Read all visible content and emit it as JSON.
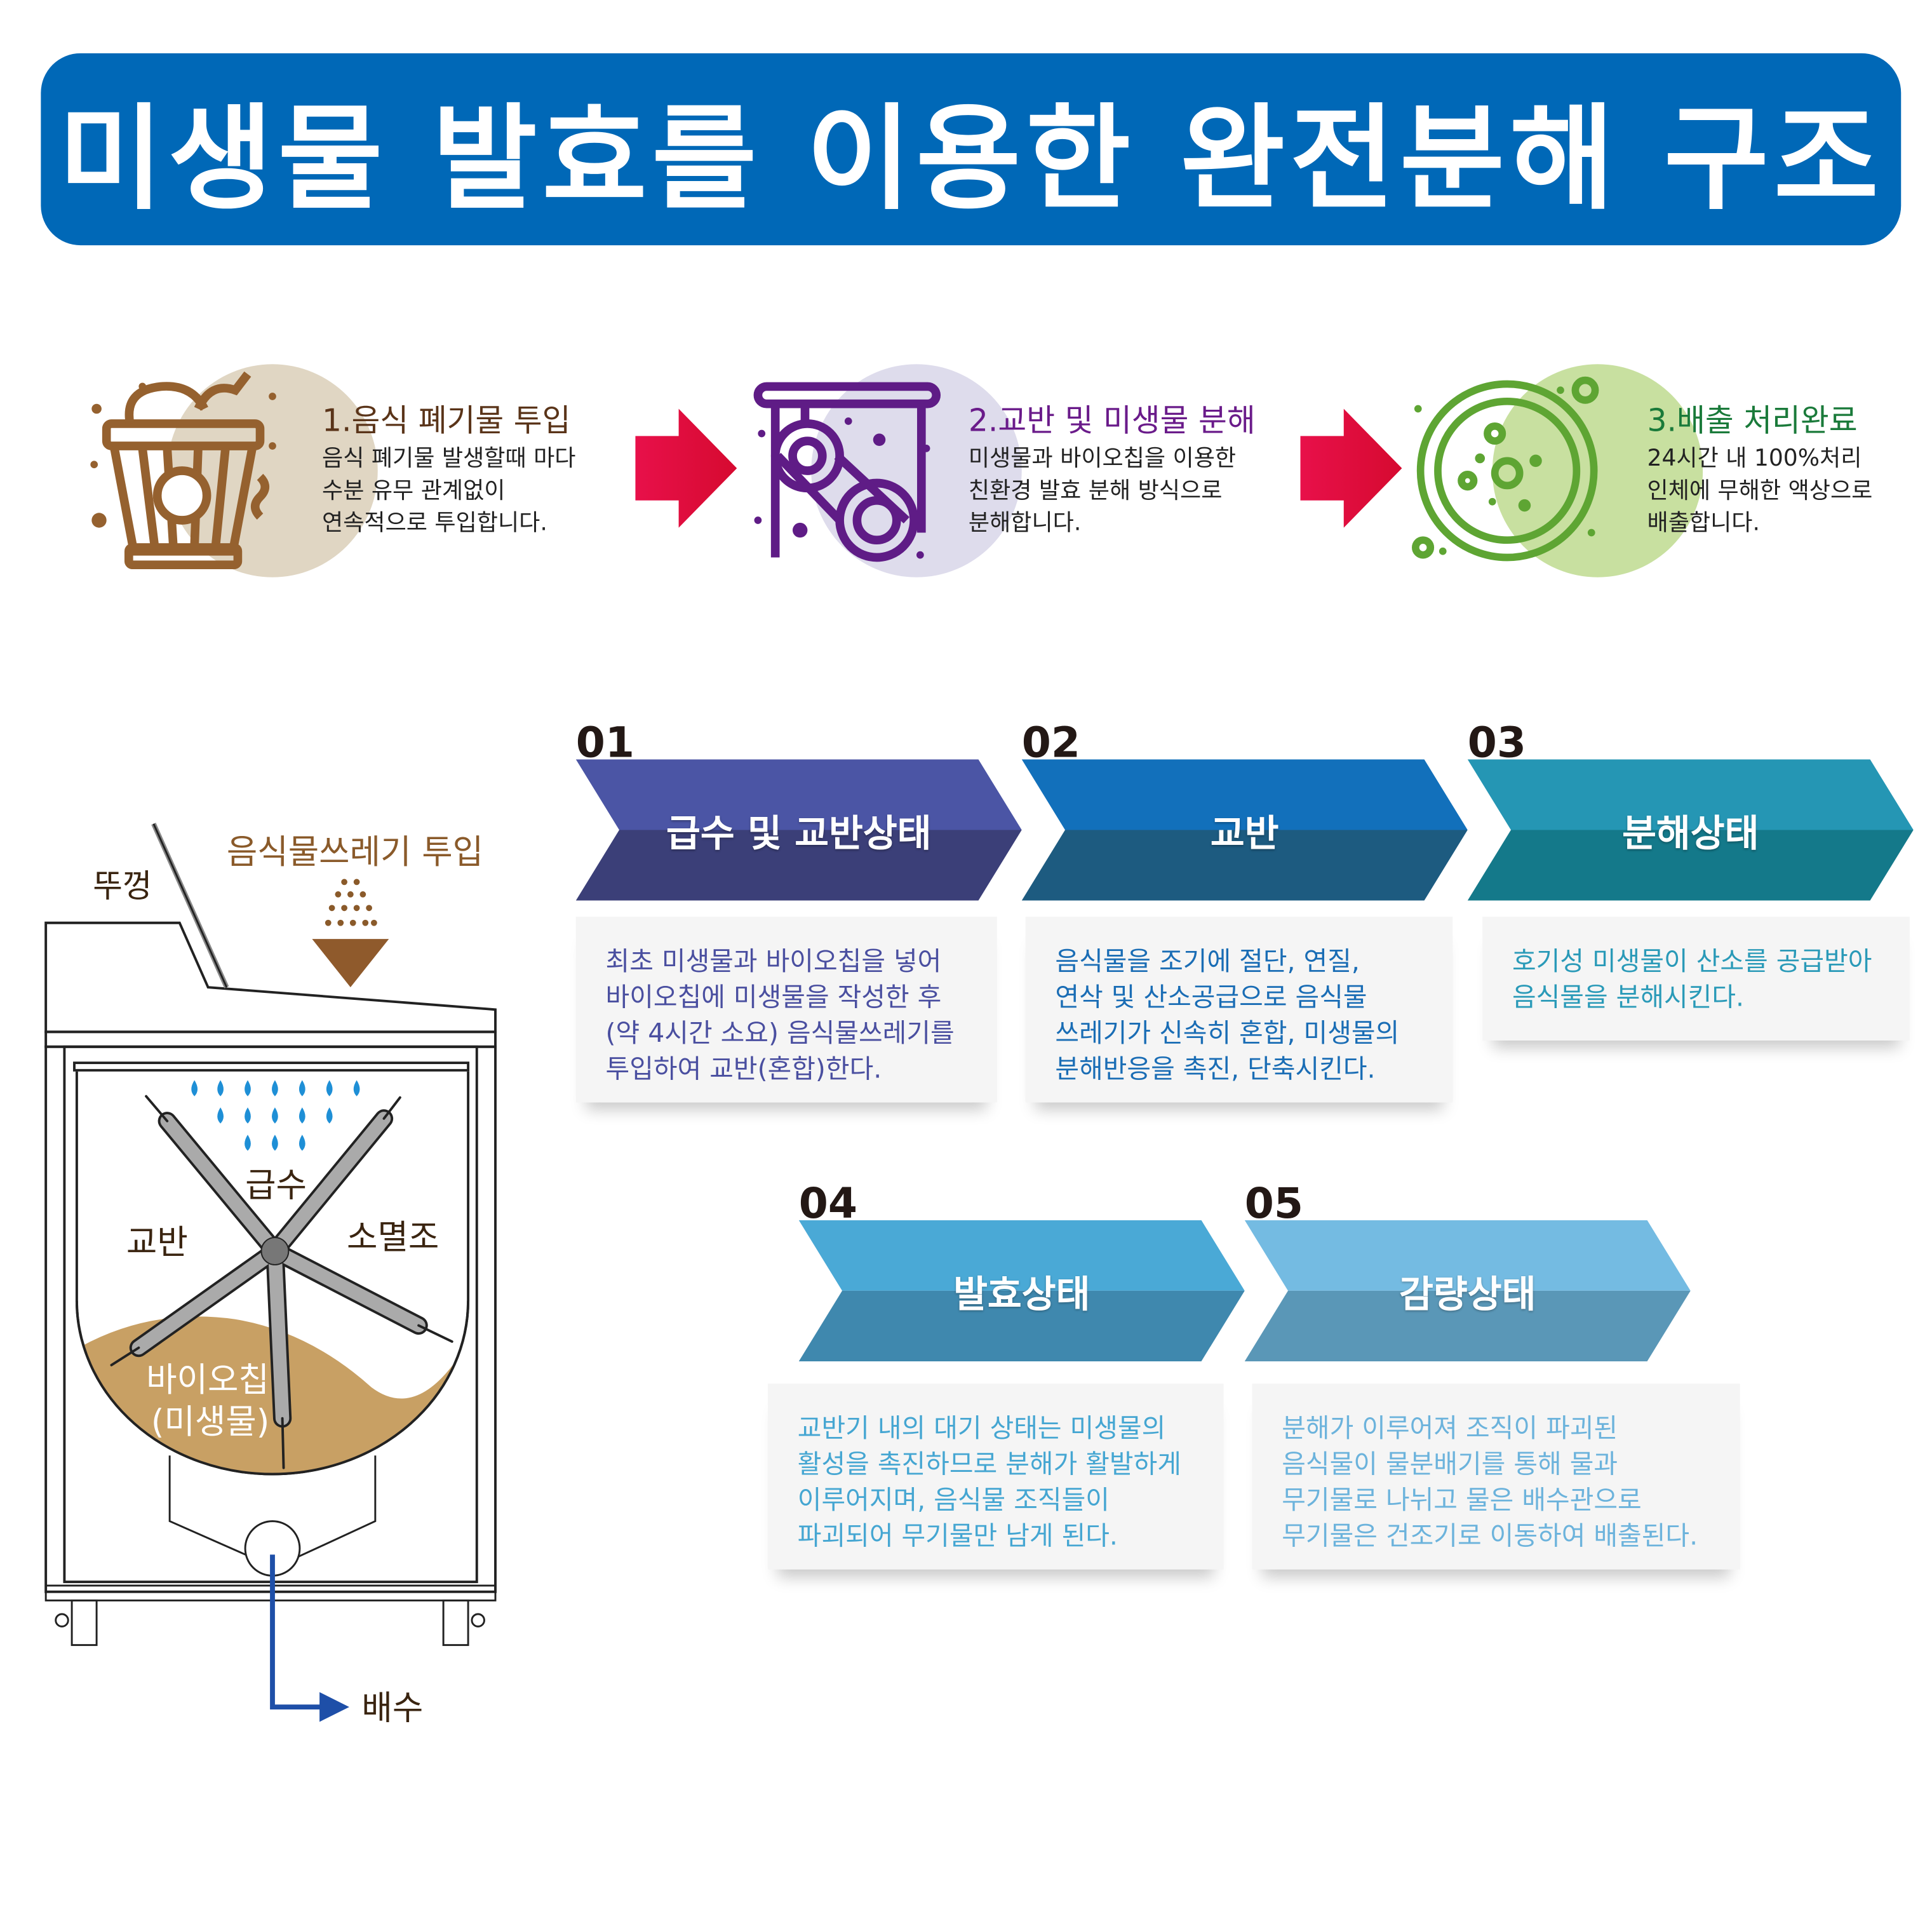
{
  "title": "미생물 발효를 이용한 완전분해 구조",
  "steps": [
    {
      "title": "1.음식 폐기물 투입",
      "desc": [
        "음식 폐기물 발생할때 마다",
        "수분 유무 관계없이",
        "연속적으로 투입합니다."
      ],
      "color": "#5a3419",
      "icon": "food-bucket-icon"
    },
    {
      "title": "2.교반 및 미생물 분해",
      "desc": [
        "미생물과 바이오칩을 이용한",
        "친환경 발효 분해 방식으로",
        "분해합니다."
      ],
      "color": "#6a1b8a",
      "icon": "agitator-roller-icon"
    },
    {
      "title": "3.배출 처리완료",
      "desc": [
        "24시간 내 100%처리",
        "인체에 무해한 액상으로",
        "배출합니다."
      ],
      "color": "#1a7a3a",
      "icon": "microbe-cell-icon"
    }
  ],
  "stages": [
    {
      "num": "01",
      "label": "급수 및 교반상태",
      "top": "#4b55a5",
      "bottom": "#3b3f78",
      "text_color": "#4a4fa0",
      "desc": [
        "최초 미생물과 바이오칩을 넣어",
        "바이오칩에 미생물을 작성한 후",
        "(약 4시간 소요) 음식물쓰레기를",
        "투입하여 교반(혼합)한다."
      ]
    },
    {
      "num": "02",
      "label": "교반",
      "top": "#1270bb",
      "bottom": "#1d5b80",
      "text_color": "#1a6db5",
      "desc": [
        "음식물을 조기에 절단, 연질,",
        "연삭 및 산소공급으로 음식물",
        "쓰레기가 신속히 혼합, 미생물의",
        "분해반응을 촉진, 단축시킨다."
      ]
    },
    {
      "num": "03",
      "label": "분해상태",
      "top": "#2596b4",
      "bottom": "#14798a",
      "text_color": "#2a9ab8",
      "desc": [
        "호기성 미생물이 산소를 공급받아",
        "음식물을 분해시킨다."
      ]
    },
    {
      "num": "04",
      "label": "발효상태",
      "top": "#4aa9d6",
      "bottom": "#3f88ae",
      "text_color": "#45a6d2",
      "desc": [
        "교반기 내의 대기 상태는 미생물의",
        "활성을 촉진하므로 분해가 활발하게",
        "이루어지며, 음식물 조직들이",
        "파괴되어 무기물만 남게 된다."
      ]
    },
    {
      "num": "05",
      "label": "감량상태",
      "top": "#74bbe2",
      "bottom": "#5a97b7",
      "text_color": "#6cb3dc",
      "desc": [
        "분해가 이루어져 조직이 파괴된",
        "음식물이 물분배기를 통해 물과",
        "무기물로 나뉘고 물은 배수관으로",
        "무기물은 건조기로 이동하여 배출된다."
      ]
    }
  ],
  "diagram": {
    "lid": "뚜껑",
    "input": "음식물쓰레기 투입",
    "water": "급수",
    "stir": "교반",
    "chamber": "소멸조",
    "biochip": "바이오칩",
    "microbe": "(미생물)",
    "drain": "배수"
  },
  "colors": {
    "title_bg": "#0068b7",
    "arrow": "#e0103c"
  }
}
